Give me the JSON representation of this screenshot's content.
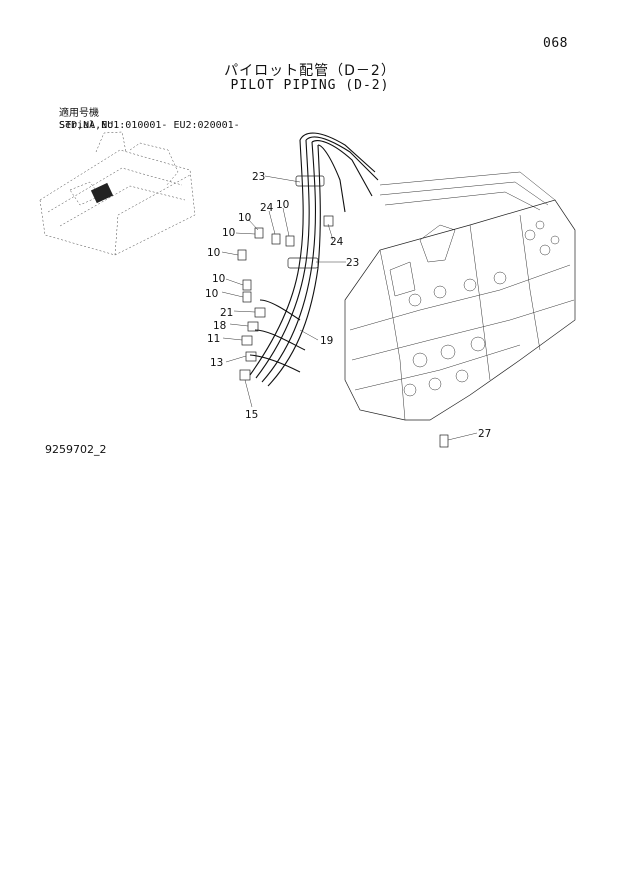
{
  "page_number": "068",
  "title_jp": "パイロット配管（D－2）",
  "title_en": "PILOT PIPING (D-2)",
  "serial": {
    "row1_label": "適用号機",
    "row1_value": "STD,NA,EU1:010001-",
    "row2_label": "Serial No.",
    "row2_value": "EU2:020001-"
  },
  "drawing_number": "9259702_2",
  "callouts": [
    "23",
    "10",
    "24",
    "10",
    "24",
    "10",
    "23",
    "10",
    "10",
    "10",
    "21",
    "18",
    "11",
    "19",
    "13",
    "15",
    "27"
  ]
}
